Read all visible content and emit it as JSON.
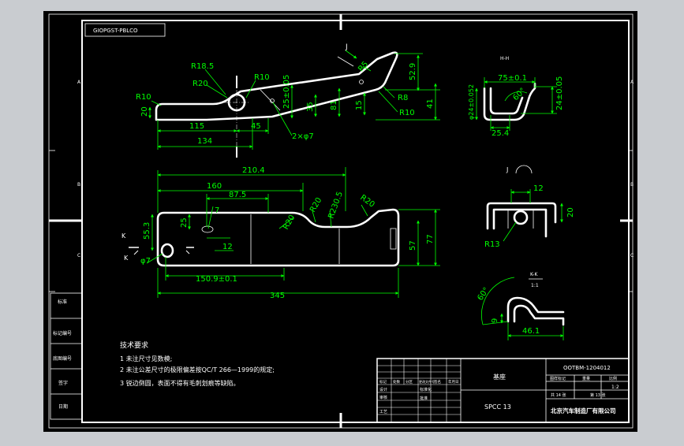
{
  "drawing": {
    "code_box": "GIOPGST-PBLCO",
    "zone_letters_left": [
      "A",
      "B",
      "C"
    ],
    "zone_letters_right": [
      "A",
      "B",
      "C"
    ],
    "side_table": [
      "标准",
      "标记编号",
      "底图编号",
      "签字",
      "日期"
    ],
    "top_view": {
      "labels": [
        "R18.5",
        "R20",
        "R10",
        "R10",
        "J",
        "R5",
        "R8",
        "R10",
        "2×φ7"
      ],
      "dims": [
        "20",
        "115",
        "45",
        "134",
        "25±0.05",
        "35",
        "81",
        "15",
        "52.9",
        "41"
      ]
    },
    "front_view": {
      "labels": [
        "K",
        "K",
        "R20",
        "R20",
        "R20",
        "R230.5",
        "25",
        "7",
        "φ7"
      ],
      "dims": [
        "210.4",
        "160",
        "87.5",
        "55.3",
        "12",
        "150.9±0.1",
        "345",
        "57",
        "77"
      ]
    },
    "section_hh": {
      "title": "H-H",
      "dims": [
        "75±0.1",
        "24±0.05",
        "φ24±0.052",
        "60°",
        "25.4"
      ]
    },
    "detail_j": {
      "title": "J",
      "dims": [
        "12",
        "20",
        "R13"
      ]
    },
    "section_kk": {
      "title": "K-K",
      "scale": "1:1",
      "dims": [
        "60°",
        "9",
        "46.1"
      ]
    },
    "notes": {
      "heading": "技术要求",
      "items": [
        "1 未注尺寸见数模;",
        "2 未注公差尺寸的极限偏差按QC/T 266—1999的规定;",
        "3 锐边倒圆，表面不得有毛刺划痕等缺陷。"
      ]
    },
    "title_block": {
      "part_name": "基座",
      "drawing_number": "OOTBM-1204012",
      "material": "SPCC 13",
      "company": "北京汽车制造厂有限公司",
      "scale": "1:2",
      "header_cells": [
        "图样标记",
        "重量",
        "比例"
      ],
      "sheet": [
        "共 14 张",
        "第 13 张"
      ],
      "left_cells": [
        "标记",
        "处数",
        "分区",
        "更改文件号",
        "签名",
        "年月日",
        "设计",
        "标准化",
        "审核",
        "工艺",
        "批准"
      ]
    }
  }
}
